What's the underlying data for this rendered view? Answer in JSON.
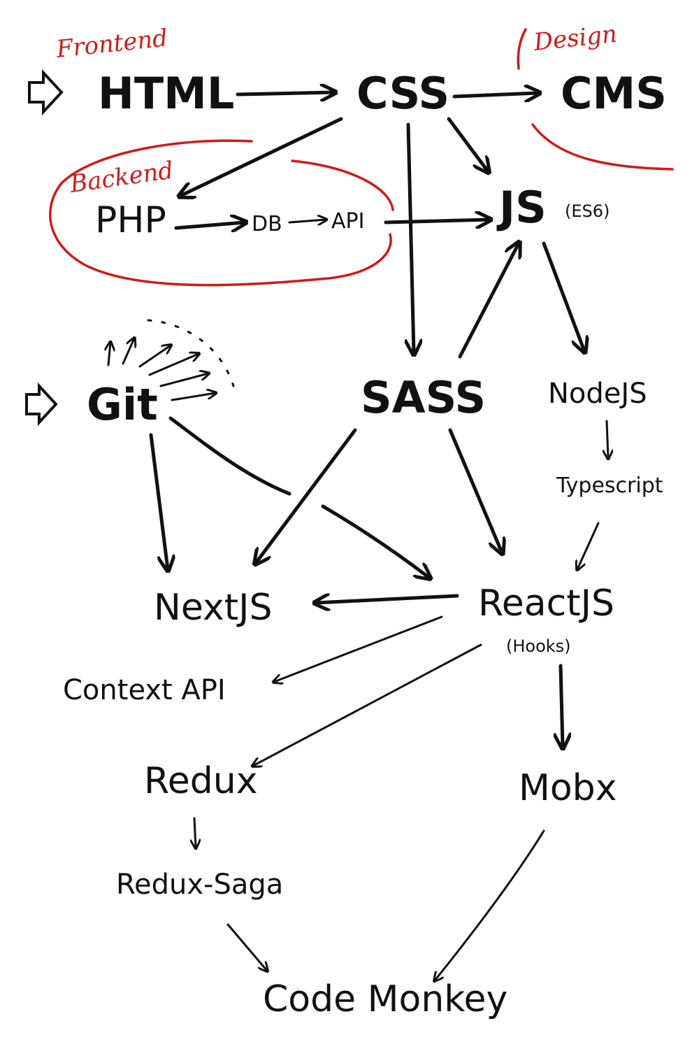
{
  "groups": {
    "frontend": "Frontend",
    "design": "Design",
    "backend": "Backend"
  },
  "nodes": {
    "html": "HTML",
    "css": "CSS",
    "cms": "CMS",
    "php": "PHP",
    "db": "DB",
    "api": "API",
    "js": "JS",
    "js_note": "(ES6)",
    "git": "Git",
    "sass": "SASS",
    "nodejs": "NodeJS",
    "typescript": "Typescript",
    "nextjs": "NextJS",
    "reactjs": "ReactJS",
    "reactjs_note": "(Hooks)",
    "context_api": "Context API",
    "redux": "Redux",
    "mobx": "Mobx",
    "redux_saga": "Redux-Saga",
    "code_monkey": "Code Monkey"
  },
  "colors": {
    "ink": "#111111",
    "highlight": "#d11a1a"
  }
}
